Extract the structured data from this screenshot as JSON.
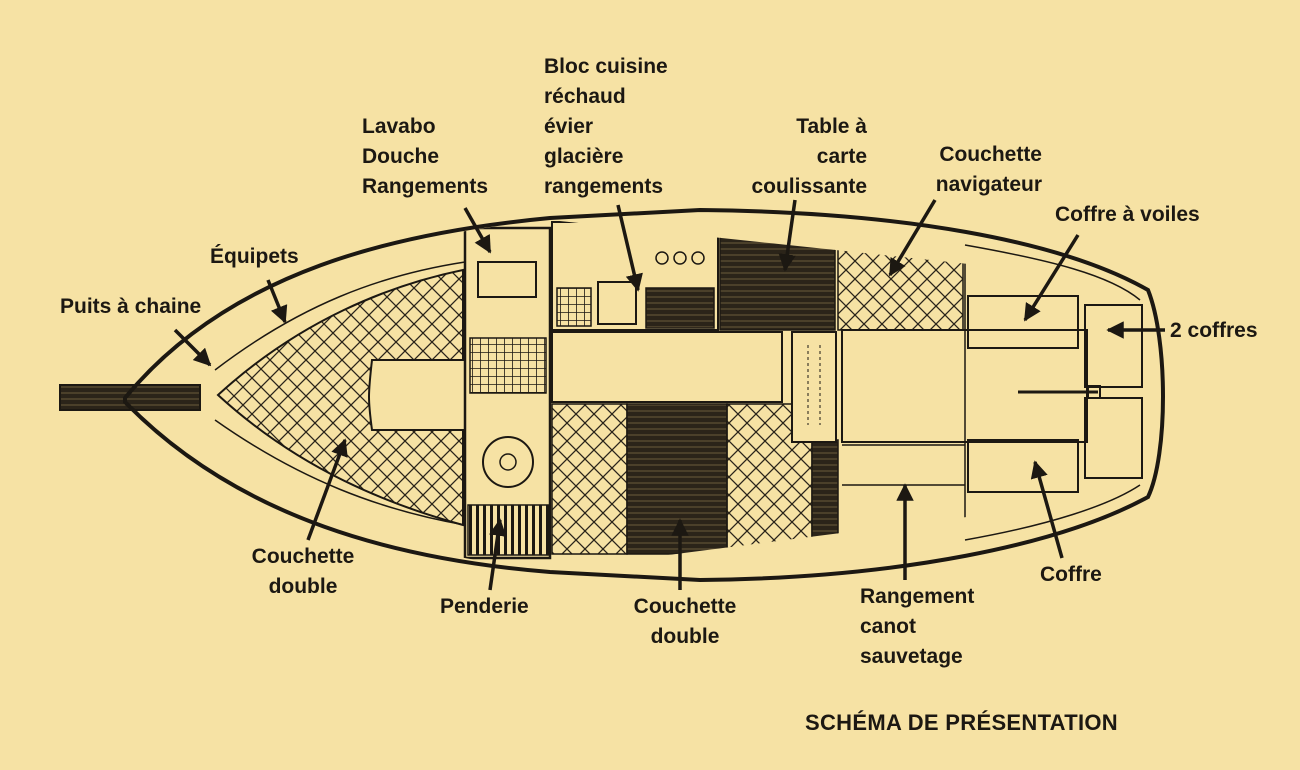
{
  "labels": {
    "lavabo": [
      "Lavabo",
      "Douche",
      "Rangements"
    ],
    "bloc_cuisine": [
      "Bloc cuisine",
      "réchaud",
      "évier",
      "glacière",
      "rangements"
    ],
    "table": [
      "Table à",
      "carte",
      "coulissante"
    ],
    "couchette_navigateur": [
      "Couchette",
      "navigateur"
    ],
    "coffre_voiles": "Coffre à voiles",
    "deux_coffres": "2 coffres",
    "equipets": "Équipets",
    "puits": "Puits à chaine",
    "couchette_avant": [
      "Couchette",
      "double"
    ],
    "penderie": "Penderie",
    "couchette_centrale": [
      "Couchette",
      "double"
    ],
    "rangement_canot": [
      "Rangement",
      "canot",
      "sauvetage"
    ],
    "coffre": "Coffre"
  },
  "caption": "SCHÉMA DE PRÉSENTATION"
}
